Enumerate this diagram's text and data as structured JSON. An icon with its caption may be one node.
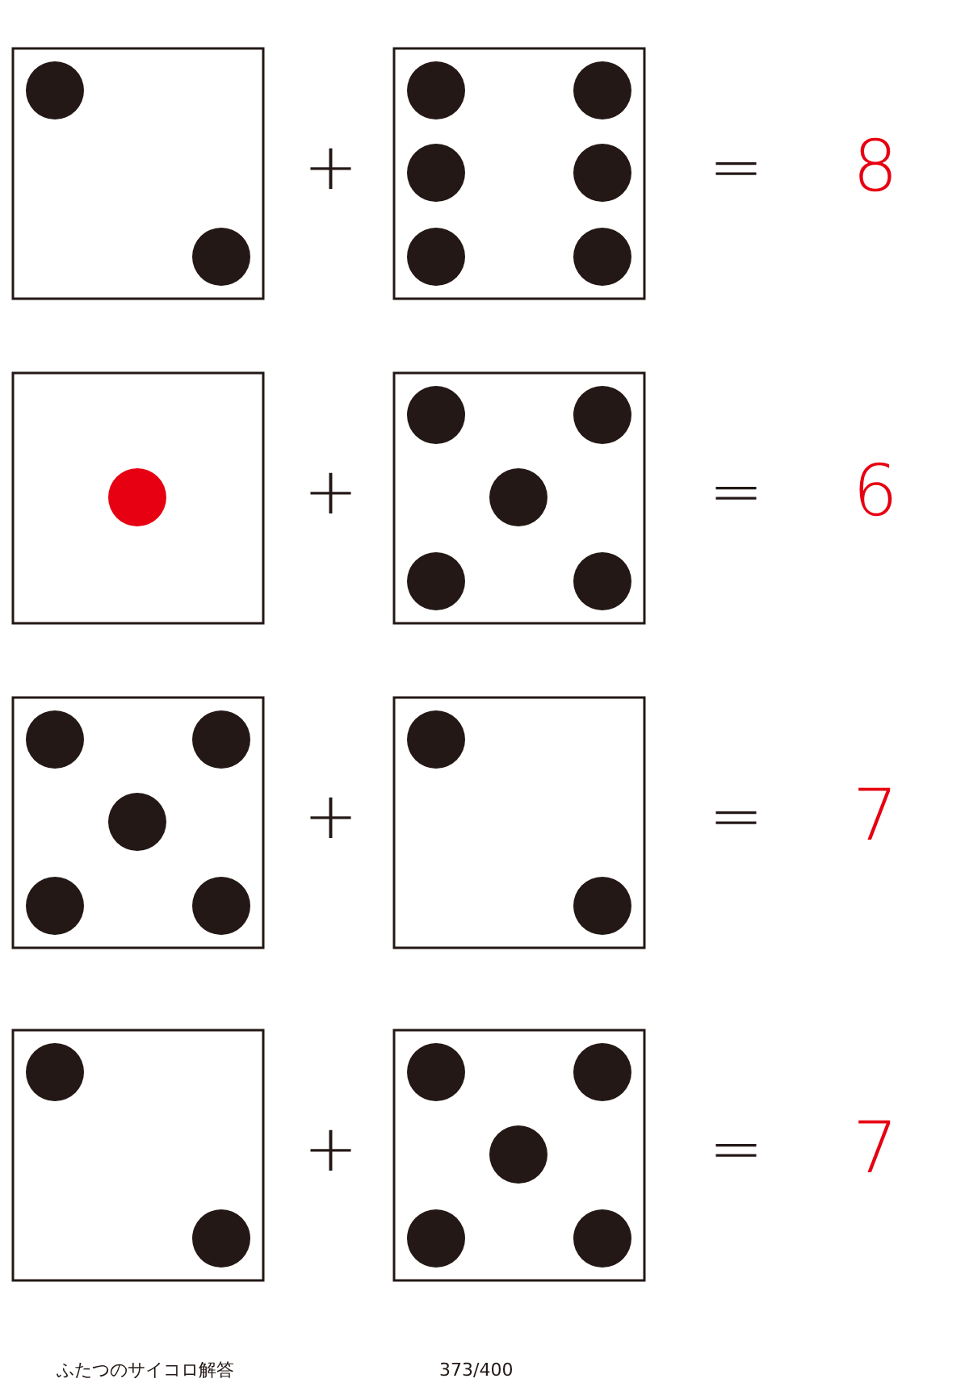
{
  "diagram": {
    "labels": [
      "+",
      "=",
      "8",
      "+",
      "=",
      "6",
      "+",
      "=",
      "7",
      "+",
      "=",
      "7",
      "ふたつのサイコロ解答",
      "373/400"
    ]
  }
}
